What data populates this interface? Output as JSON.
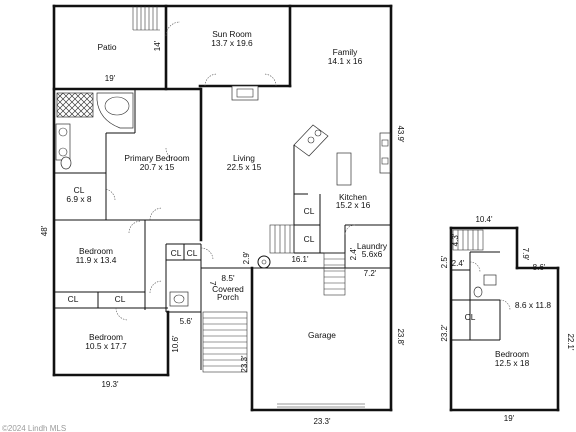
{
  "rooms": {
    "patio": {
      "name": "Patio"
    },
    "sun_room": {
      "name": "Sun Room",
      "size": "13.7 x 19.6"
    },
    "family": {
      "name": "Family",
      "size": "14.1 x 16"
    },
    "primary_bedroom": {
      "name": "Primary Bedroom",
      "size": "20.7 x 15"
    },
    "living": {
      "name": "Living",
      "size": "22.5 x 15"
    },
    "kitchen": {
      "name": "Kitchen",
      "size": "15.2 x 16"
    },
    "primary_closet": {
      "name": "CL",
      "size": "6.9 x 8"
    },
    "bedroom_2": {
      "name": "Bedroom",
      "size": "11.9 x 13.4"
    },
    "bedroom_3": {
      "name": "Bedroom",
      "size": "10.5 x 17.7"
    },
    "laundry": {
      "name": "Laundry",
      "size": "5.6x6"
    },
    "covered_porch": {
      "name": "Covered Porch",
      "size": "8.5'"
    },
    "garage": {
      "name": "Garage"
    },
    "closet_kitchen_1": {
      "name": "CL"
    },
    "closet_kitchen_2": {
      "name": "CL"
    },
    "closet_hall_1": {
      "name": "CL"
    },
    "closet_hall_2": {
      "name": "CL"
    },
    "closet_bed_1": {
      "name": "CL"
    },
    "closet_bed_2": {
      "name": "CL"
    },
    "upper_room": {
      "size": "8.6 x 11.8"
    },
    "upper_closet": {
      "name": "CL"
    },
    "upper_bedroom": {
      "name": "Bedroom",
      "size": "12.5 x 18"
    }
  },
  "dimensions": {
    "patio_depth": "14'",
    "patio_width": "19'",
    "family_depth": "43.9'",
    "main_depth": "48'",
    "hall_depth": "2.9'",
    "kitchen_gap": "2.4'",
    "hall_16": "16.1'",
    "laundry_width": "7.2'",
    "porch_depth": "7'",
    "porch_width": "5.6'",
    "bed_depth": "10.6'",
    "garage_side": "23.3'",
    "garage_depth": "23.8'",
    "bed_width": "19.3'",
    "garage_width": "23.3'",
    "upper_top": "10.4'",
    "upper_stair": "4.3'",
    "upper_left_1": "2.5'",
    "upper_left_2": "2.4'",
    "upper_mid": "7.9'",
    "upper_right": "8.6'",
    "upper_depth": "22.1'",
    "upper_left_depth": "23.2'",
    "upper_width": "19'"
  },
  "watermark": "©2024 Lindh MLS"
}
